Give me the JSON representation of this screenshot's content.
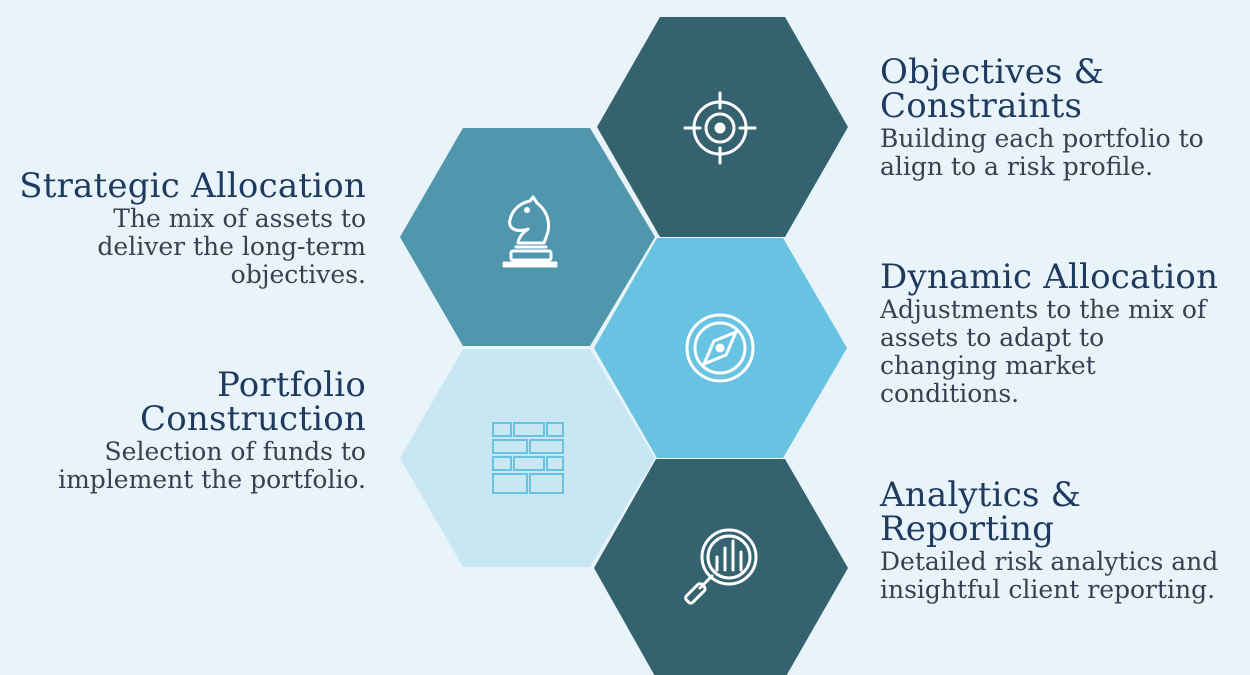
{
  "colors": {
    "background": "#e8f4f9",
    "hex_dark": "#35626f",
    "hex_mid": "#5096ad",
    "hex_bright": "#68c3e2",
    "hex_light": "#c8e7f3",
    "icon_light": "#ffffff",
    "icon_on_light": "#68c3e2",
    "title_text": "#1f3a5f",
    "desc_text": "#374151"
  },
  "left_labels": [
    {
      "title": "Strategic Allocation",
      "description": "The mix of assets to deliver the long-term objectives."
    },
    {
      "title": "Portfolio Construction",
      "description": "Selection of funds to implement the portfolio."
    }
  ],
  "right_labels": [
    {
      "title": "Objectives & Constraints",
      "description": "Building each portfolio to align to a risk profile."
    },
    {
      "title": "Dynamic Allocation",
      "description": "Adjustments to the mix of assets to adapt to changing market conditions."
    },
    {
      "title": "Analytics & Reporting",
      "description": "Detailed risk analytics and insightful client reporting."
    }
  ],
  "hexagons": [
    {
      "id": "objectives",
      "icon": "target-icon",
      "fill": "hex_dark"
    },
    {
      "id": "strategic",
      "icon": "chess-knight-icon",
      "fill": "hex_mid"
    },
    {
      "id": "dynamic",
      "icon": "compass-icon",
      "fill": "hex_bright"
    },
    {
      "id": "portfolio",
      "icon": "brick-wall-icon",
      "fill": "hex_light"
    },
    {
      "id": "analytics",
      "icon": "magnifier-chart-icon",
      "fill": "hex_dark"
    }
  ]
}
